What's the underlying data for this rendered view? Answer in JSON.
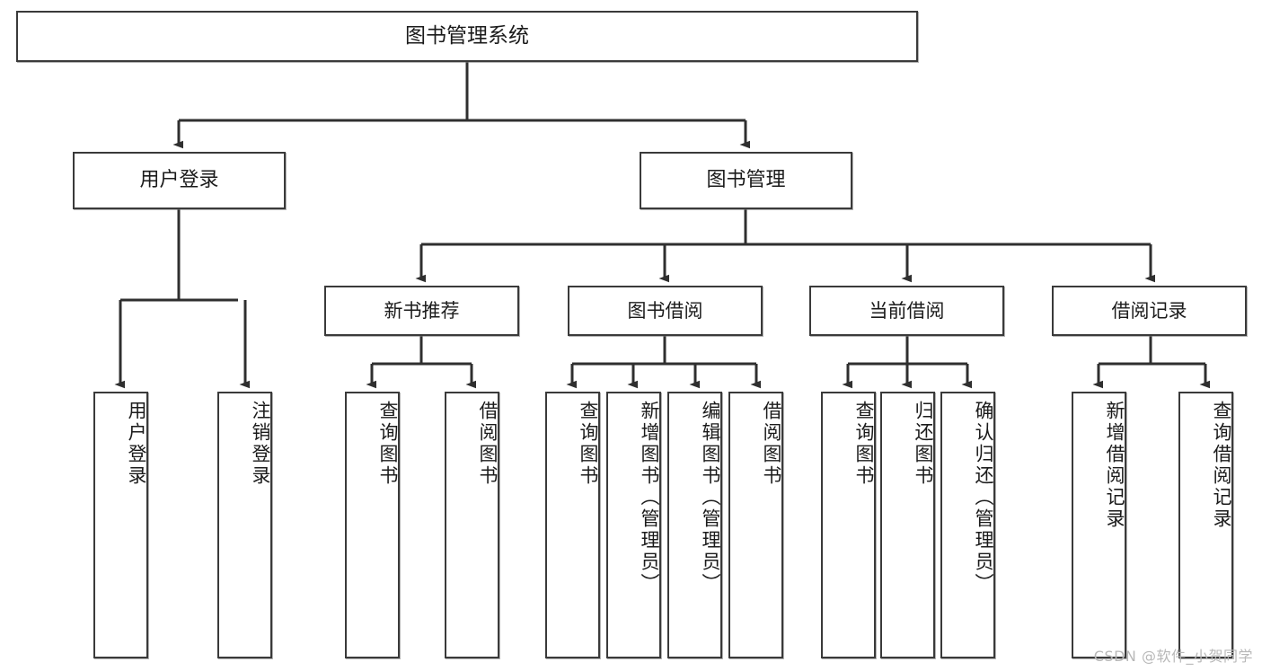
{
  "diagram": {
    "title": "图书管理系统",
    "type": "hierarchy-tree",
    "root": {
      "id": "root",
      "label": "图书管理系统"
    },
    "level2": [
      {
        "id": "user-login",
        "label": "用户登录"
      },
      {
        "id": "book-manage",
        "label": "图书管理"
      }
    ],
    "level3": [
      {
        "id": "new-book-rec",
        "label": "新书推荐",
        "parent": "book-manage"
      },
      {
        "id": "book-borrow",
        "label": "图书借阅",
        "parent": "book-manage"
      },
      {
        "id": "current-borrow",
        "label": "当前借阅",
        "parent": "book-manage"
      },
      {
        "id": "borrow-record",
        "label": "借阅记录",
        "parent": "book-manage"
      }
    ],
    "leaves": {
      "user-login": [
        {
          "id": "leaf-user-login",
          "label": "用户登录"
        },
        {
          "id": "leaf-user-logout",
          "label": "注销登录"
        }
      ],
      "new-book-rec": [
        {
          "id": "leaf-query-book-1",
          "label": "查询图书"
        },
        {
          "id": "leaf-borrow-book-1",
          "label": "借阅图书"
        }
      ],
      "book-borrow": [
        {
          "id": "leaf-query-book-2",
          "label": "查询图书"
        },
        {
          "id": "leaf-add-book",
          "label": "新增图书（管理员）"
        },
        {
          "id": "leaf-edit-book",
          "label": "编辑图书（管理员）"
        },
        {
          "id": "leaf-borrow-book-2",
          "label": "借阅图书"
        }
      ],
      "current-borrow": [
        {
          "id": "leaf-query-book-3",
          "label": "查询图书"
        },
        {
          "id": "leaf-return-book",
          "label": "归还图书"
        },
        {
          "id": "leaf-confirm-return",
          "label": "确认归还（管理员）"
        }
      ],
      "borrow-record": [
        {
          "id": "leaf-add-record",
          "label": "新增借阅记录"
        },
        {
          "id": "leaf-query-record",
          "label": "查询借阅记录"
        }
      ]
    },
    "watermark": "CSDN @软件_小贺同学",
    "colors": {
      "stroke": "#3a3a3a",
      "text": "#1b1b1b",
      "background": "#ffffff",
      "watermark": "#b8b8b8"
    }
  }
}
